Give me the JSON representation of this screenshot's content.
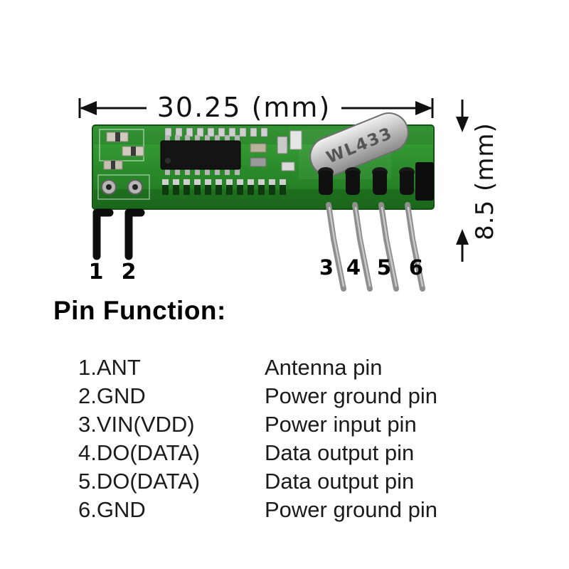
{
  "diagram": {
    "width_dimension": "30.25 (mm)",
    "height_dimension": "8.5 (mm)",
    "crystal_label": "WL433",
    "pin_numbers": [
      "1",
      "2",
      "3",
      "4",
      "5",
      "6"
    ]
  },
  "pin_function": {
    "heading": "Pin Function:",
    "rows": [
      {
        "pin": "1.ANT",
        "desc": "Antenna pin"
      },
      {
        "pin": "2.GND",
        "desc": "Power ground pin"
      },
      {
        "pin": "3.VIN(VDD)",
        "desc": "Power input pin"
      },
      {
        "pin": "4.DO(DATA)",
        "desc": "Data output pin"
      },
      {
        "pin": "5.DO(DATA)",
        "desc": "Data output pin"
      },
      {
        "pin": "6.GND",
        "desc": "Power ground pin"
      }
    ]
  },
  "colors": {
    "board_green": "#2e8b2e",
    "board_edge": "#145214",
    "pin_metal": "#8e8e8e",
    "black_pin": "#0d0d0d",
    "text": "#111111"
  }
}
